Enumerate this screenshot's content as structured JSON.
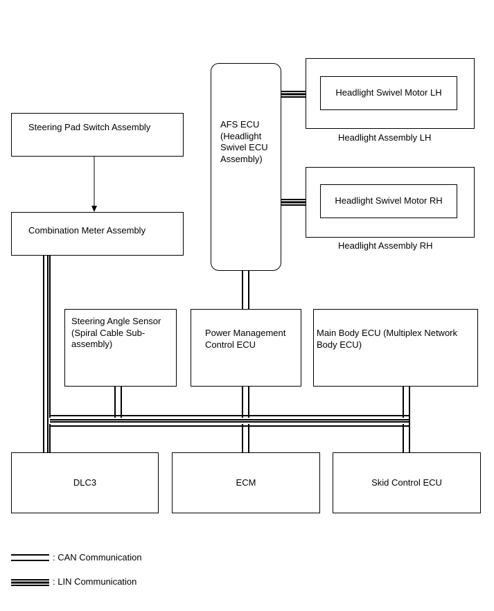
{
  "nodes": {
    "steering_pad": "Steering Pad Switch Assembly",
    "combination_meter": "Combination Meter Assembly",
    "afs_ecu": "AFS ECU (Headlight Swivel ECU Assembly)",
    "afs_ecu_lines": [
      "AFS ECU",
      "(Headlight",
      "Swivel ECU",
      "Assembly)"
    ],
    "swivel_motor_lh": "Headlight Swivel Motor LH",
    "headlight_assembly_lh": "Headlight Assembly LH",
    "swivel_motor_rh": "Headlight Swivel Motor RH",
    "headlight_assembly_rh": "Headlight Assembly RH",
    "steering_angle_sensor_lines": [
      "Steering Angle Sensor",
      "(Spiral Cable Sub-",
      "assembly)"
    ],
    "power_mgmt_lines": [
      "Power Management",
      "Control ECU"
    ],
    "main_body_lines": [
      "Main Body ECU (Multiplex Network",
      "Body ECU)"
    ],
    "dlc3": "DLC3",
    "ecm": "ECM",
    "skid_control": "Skid Control ECU"
  },
  "legend": {
    "can": ": CAN Communication",
    "lin": ": LIN Communication"
  }
}
